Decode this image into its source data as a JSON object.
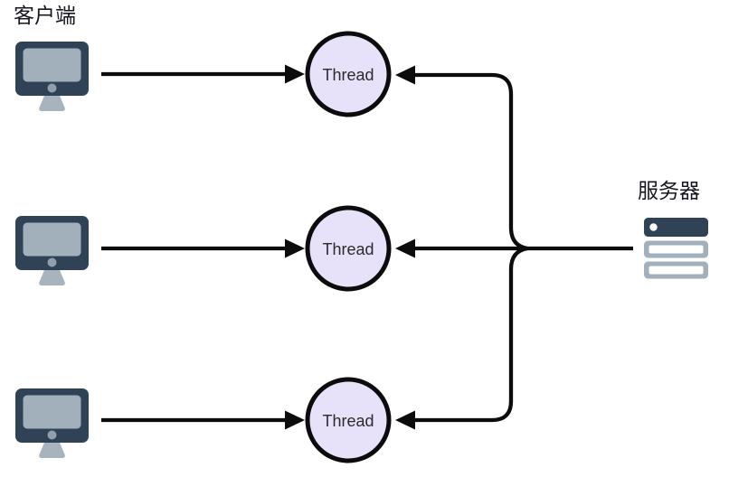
{
  "labels": {
    "client": "客户端",
    "server": "服务器"
  },
  "threads": [
    {
      "label": "Thread"
    },
    {
      "label": "Thread"
    },
    {
      "label": "Thread"
    }
  ],
  "icons": {
    "client": "computer-monitor-icon",
    "server": "server-rack-icon"
  },
  "colors": {
    "line": "#0c0c0c",
    "text_dark": "#17171f",
    "text_thread": "#2b2b2b",
    "circle_fill": "#e7e1fa",
    "circle_stroke": "#0c0c0c",
    "icon_dark": "#2f4256",
    "icon_screen": "#a2b0bb",
    "icon_stand": "#a7b4bd",
    "icon_dot": "#8fa0ac"
  }
}
